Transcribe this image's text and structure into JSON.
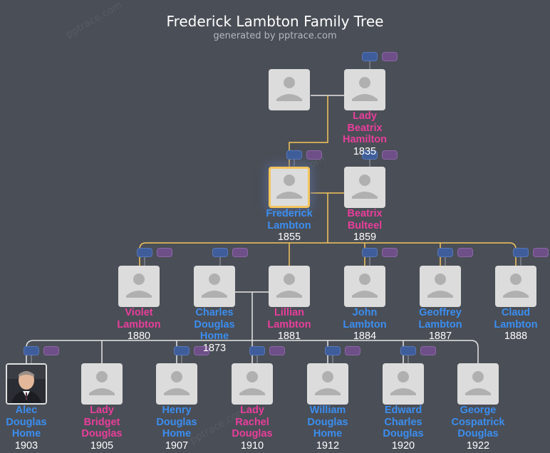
{
  "header": {
    "title": "Frederick Lambton Family Tree",
    "subtitle": "generated by pptrace.com",
    "watermark": "pptrace.com"
  },
  "colors": {
    "background": "#4a4e56",
    "male": "#3b8ef0",
    "female": "#e83e9c",
    "line_highlight": "#f4c55d",
    "line_normal": "#e6e6e6"
  },
  "people": {
    "father_of_frederick": {
      "name": "",
      "year": "",
      "gender": "m"
    },
    "beatrix_hamilton": {
      "name": "Lady\nBeatrix\nHamilton",
      "year": "1835",
      "gender": "f"
    },
    "frederick": {
      "name": "Frederick\nLambton",
      "year": "1855",
      "gender": "m"
    },
    "beatrix_bulteel": {
      "name": "Beatrix\nBulteel",
      "year": "1859",
      "gender": "f"
    },
    "violet": {
      "name": "Violet\nLambton",
      "year": "1880",
      "gender": "f"
    },
    "charles": {
      "name": "Charles\nDouglas\nHome",
      "year": "1873",
      "gender": "m"
    },
    "lillian": {
      "name": "Lillian\nLambton",
      "year": "1881",
      "gender": "f"
    },
    "john": {
      "name": "John\nLambton",
      "year": "1884",
      "gender": "m"
    },
    "geoffrey": {
      "name": "Geoffrey\nLambton",
      "year": "1887",
      "gender": "m"
    },
    "claud": {
      "name": "Claud\nLambton",
      "year": "1888",
      "gender": "m"
    },
    "alec": {
      "name": "Alec\nDouglas\nHome",
      "year": "1903",
      "gender": "m"
    },
    "bridget": {
      "name": "Lady\nBridget\nDouglas",
      "year": "1905",
      "gender": "f"
    },
    "henry": {
      "name": "Henry\nDouglas\nHome",
      "year": "1907",
      "gender": "m"
    },
    "rachel": {
      "name": "Lady\nRachel\nDouglas",
      "year": "1910",
      "gender": "f"
    },
    "william": {
      "name": "William\nDouglas\nHome",
      "year": "1912",
      "gender": "m"
    },
    "edward": {
      "name": "Edward\nCharles\nDouglas",
      "year": "1920",
      "gender": "m"
    },
    "george": {
      "name": "George\nCospatrick\nDouglas",
      "year": "1922",
      "gender": "m"
    }
  },
  "icons": {
    "avatar": "person-silhouette-icon",
    "photo": "portrait-photo",
    "expand_parents": "expand-parents-toggle",
    "expand_children": "expand-children-toggle"
  }
}
